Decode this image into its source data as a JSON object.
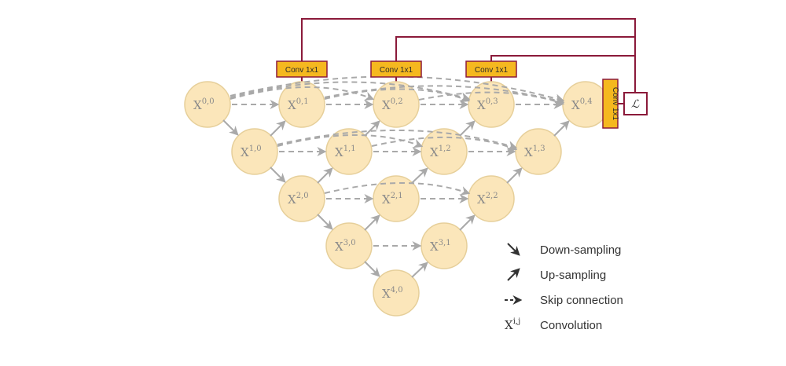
{
  "nodes": [
    {
      "id": "x00",
      "main": "X",
      "sup": "0,0"
    },
    {
      "id": "x01",
      "main": "X",
      "sup": "0,1"
    },
    {
      "id": "x02",
      "main": "X",
      "sup": "0,2"
    },
    {
      "id": "x03",
      "main": "X",
      "sup": "0,3"
    },
    {
      "id": "x04",
      "main": "X",
      "sup": "0,4"
    },
    {
      "id": "x10",
      "main": "X",
      "sup": "1,0"
    },
    {
      "id": "x11",
      "main": "X",
      "sup": "1,1"
    },
    {
      "id": "x12",
      "main": "X",
      "sup": "1,2"
    },
    {
      "id": "x13",
      "main": "X",
      "sup": "1,3"
    },
    {
      "id": "x20",
      "main": "X",
      "sup": "2,0"
    },
    {
      "id": "x21",
      "main": "X",
      "sup": "2,1"
    },
    {
      "id": "x22",
      "main": "X",
      "sup": "2,2"
    },
    {
      "id": "x30",
      "main": "X",
      "sup": "3,0"
    },
    {
      "id": "x31",
      "main": "X",
      "sup": "3,1"
    },
    {
      "id": "x40",
      "main": "X",
      "sup": "4,0"
    }
  ],
  "conv": {
    "label_01": "Conv 1x1",
    "label_02": "Conv 1x1",
    "label_03": "Conv 1x1",
    "label_04": "Conv 1x1"
  },
  "loss_symbol": "ℒ",
  "legend": {
    "down": "Down-sampling",
    "up": "Up-sampling",
    "skip": "Skip connection",
    "conv": "Convolution",
    "conv_symbol_main": "X",
    "conv_symbol_sup": "i,j"
  },
  "colors": {
    "node_fill": "#fbe6ba",
    "node_stroke": "#e6cf9a",
    "conv_fill": "#f5b81f",
    "deep_supervision": "#8b1a3a",
    "arrows": "#a9a9a9"
  }
}
